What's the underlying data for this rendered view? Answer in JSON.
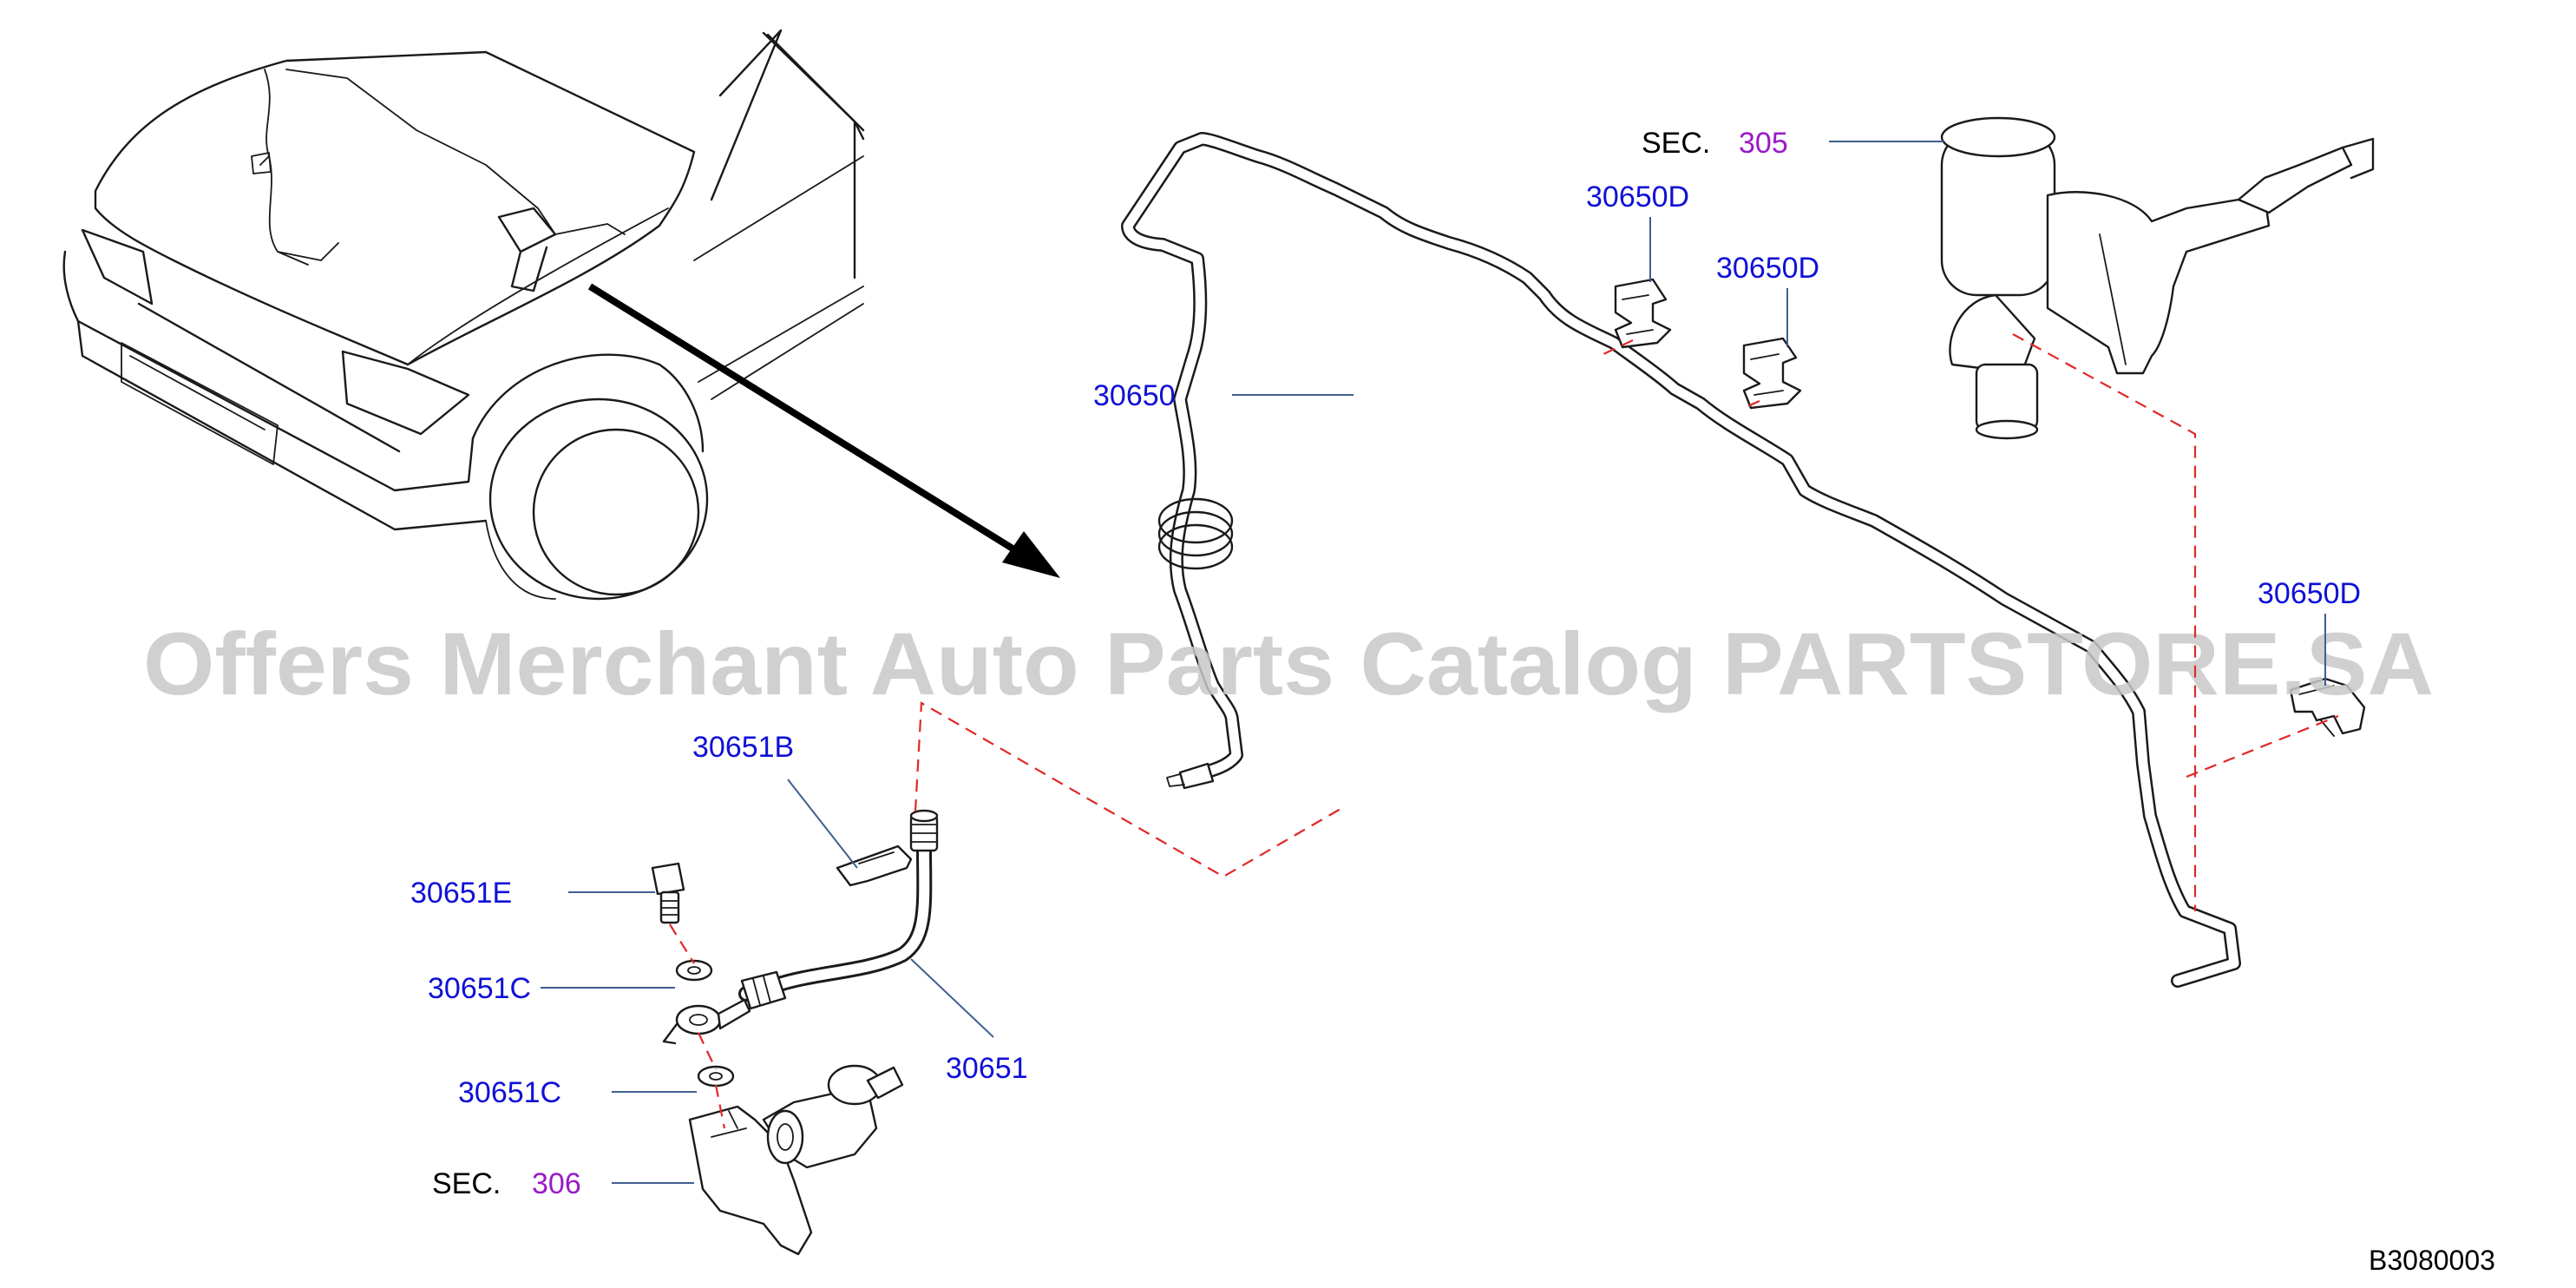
{
  "colors": {
    "label": "#1010d8",
    "section_ref": "#9a1ac8",
    "leader_line": "#3f5f8f",
    "dashed_line": "#e02828",
    "watermark": "#c8c8c8",
    "ink": "#1a1a1a"
  },
  "labels": {
    "p30650": "30650",
    "p30650D_a": "30650D",
    "p30650D_b": "30650D",
    "p30650D_c": "30650D",
    "p30651B": "30651B",
    "p30651E": "30651E",
    "p30651C_a": "30651C",
    "p30651C_b": "30651C",
    "p30651": "30651"
  },
  "section_refs": {
    "upper": {
      "prefix": "SEC.",
      "code": "305"
    },
    "lower": {
      "prefix": "SEC.",
      "code": "306"
    }
  },
  "watermark": "Offers Merchant Auto Parts Catalog PARTSTORE.SA",
  "diagram_code": "B3080003"
}
